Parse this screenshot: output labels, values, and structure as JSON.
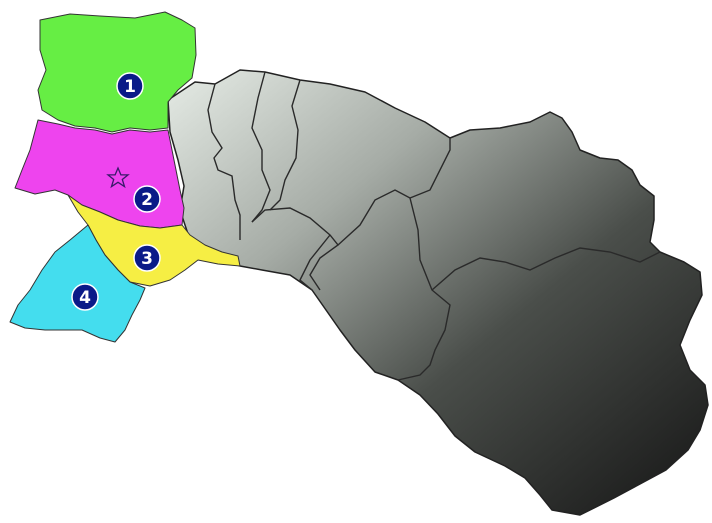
{
  "colors": {
    "region_1": "#66ee44",
    "region_2": "#ee44ee",
    "region_3": "#f6ee44",
    "region_4": "#44ddee",
    "marker_fill": "#0a1a88",
    "star_stroke": "#3a1a6a",
    "gray_light": "#e6ece6",
    "gray_dark": "#151515"
  },
  "regions": [
    {
      "id": "1",
      "label": "1",
      "color": "#66ee44"
    },
    {
      "id": "2",
      "label": "2",
      "color": "#ee44ee"
    },
    {
      "id": "3",
      "label": "3",
      "color": "#f6ee44"
    },
    {
      "id": "4",
      "label": "4",
      "color": "#44ddee"
    }
  ],
  "icons": {
    "star": "capital-star-icon"
  }
}
